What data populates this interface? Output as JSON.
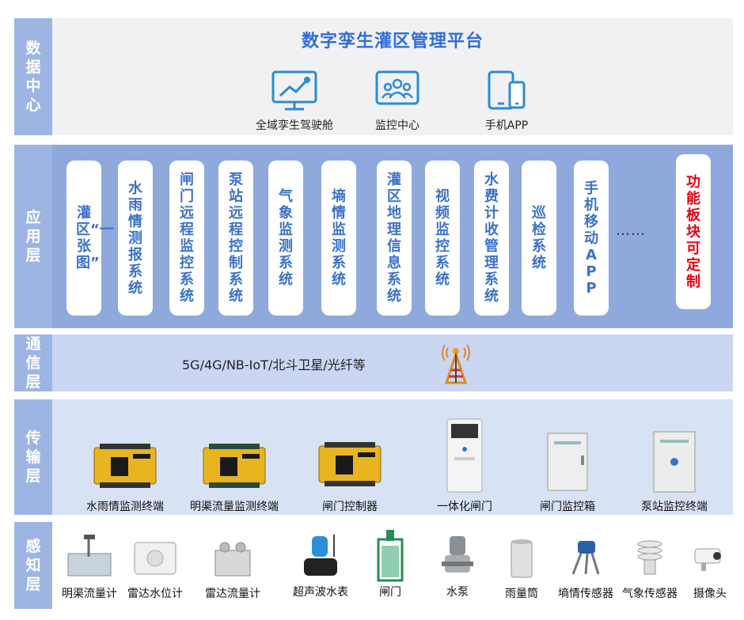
{
  "layers": {
    "data_center": "数据中心",
    "application": "应用层",
    "communication": "通信层",
    "transmission": "传输层",
    "perception": "感知层"
  },
  "data_center": {
    "title": "数字孪生灌区管理平台",
    "items": [
      {
        "label": "全域孪生驾驶舱",
        "icon": "monitor-chart-icon"
      },
      {
        "label": "监控中心",
        "icon": "people-monitor-icon"
      },
      {
        "label": "手机APP",
        "icon": "mobile-tablet-icon"
      }
    ]
  },
  "applications": [
    "灌区“一张图”",
    "水雨情测报系统",
    "闸门远程监控系统",
    "泵站远程控制系统",
    "气象监测系统",
    "墒情监测系统",
    "灌区地理信息系统",
    "视频监控系统",
    "水费计收管理系统",
    "巡检系统",
    "手机移动APP",
    "功能板块可定制"
  ],
  "app_ellipsis": "……",
  "communication": {
    "text": "5G/4G/NB-IoT/北斗卫星/光纤等",
    "icon": "signal-tower-icon"
  },
  "transmission": [
    "水雨情监测终端",
    "明渠流量监测终端",
    "闸门控制器",
    "一体化闸门",
    "闸门监控箱",
    "泵站监控终端"
  ],
  "perception": [
    "明渠流量计",
    "雷达水位计",
    "雷达流量计",
    "超声波水表",
    "闸门",
    "水泵",
    "雨量筒",
    "墒情传感器",
    "气象传感器",
    "摄像头"
  ],
  "colors": {
    "label_bg": "#9db5e3",
    "title": "#2f6fd6",
    "app_text": "#3d72c9",
    "custom_text": "#e60012",
    "app_panel": "#8fa9dc"
  }
}
